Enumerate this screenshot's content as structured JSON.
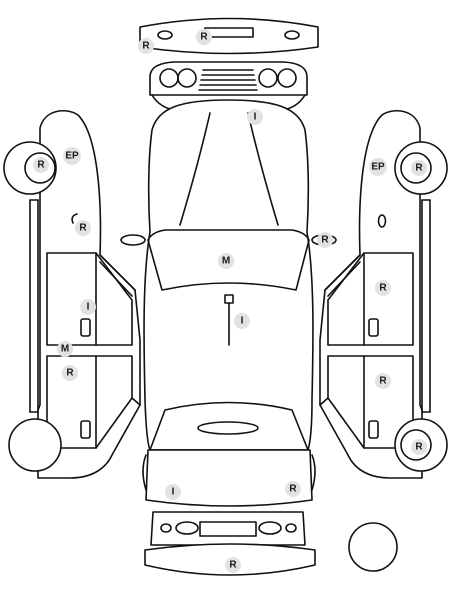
{
  "colors": {
    "stroke": "#111111",
    "marker_fill": "#e2e2e2",
    "marker_text": "#1a1a1a",
    "background": "#ffffff"
  },
  "markers": [
    {
      "id": "roof-left",
      "text": "R"
    },
    {
      "id": "roof-center",
      "text": "R"
    },
    {
      "id": "hood",
      "text": "I"
    },
    {
      "id": "left-front-wheel",
      "text": "R"
    },
    {
      "id": "left-front-fender",
      "text": "EP"
    },
    {
      "id": "left-mirror",
      "text": "R"
    },
    {
      "id": "left-front-door",
      "text": "I"
    },
    {
      "id": "left-sill",
      "text": "M"
    },
    {
      "id": "left-rear-door",
      "text": "R"
    },
    {
      "id": "windshield",
      "text": "M"
    },
    {
      "id": "roof-panel",
      "text": "I"
    },
    {
      "id": "right-mirror",
      "text": "R"
    },
    {
      "id": "right-front-fender",
      "text": "EP"
    },
    {
      "id": "right-front-wheel",
      "text": "R"
    },
    {
      "id": "right-front-door",
      "text": "R"
    },
    {
      "id": "right-rear-door",
      "text": "R"
    },
    {
      "id": "right-rear-wheel",
      "text": "R"
    },
    {
      "id": "trunk-left",
      "text": "I"
    },
    {
      "id": "trunk-right",
      "text": "R"
    },
    {
      "id": "rear-bumper",
      "text": "R"
    }
  ]
}
